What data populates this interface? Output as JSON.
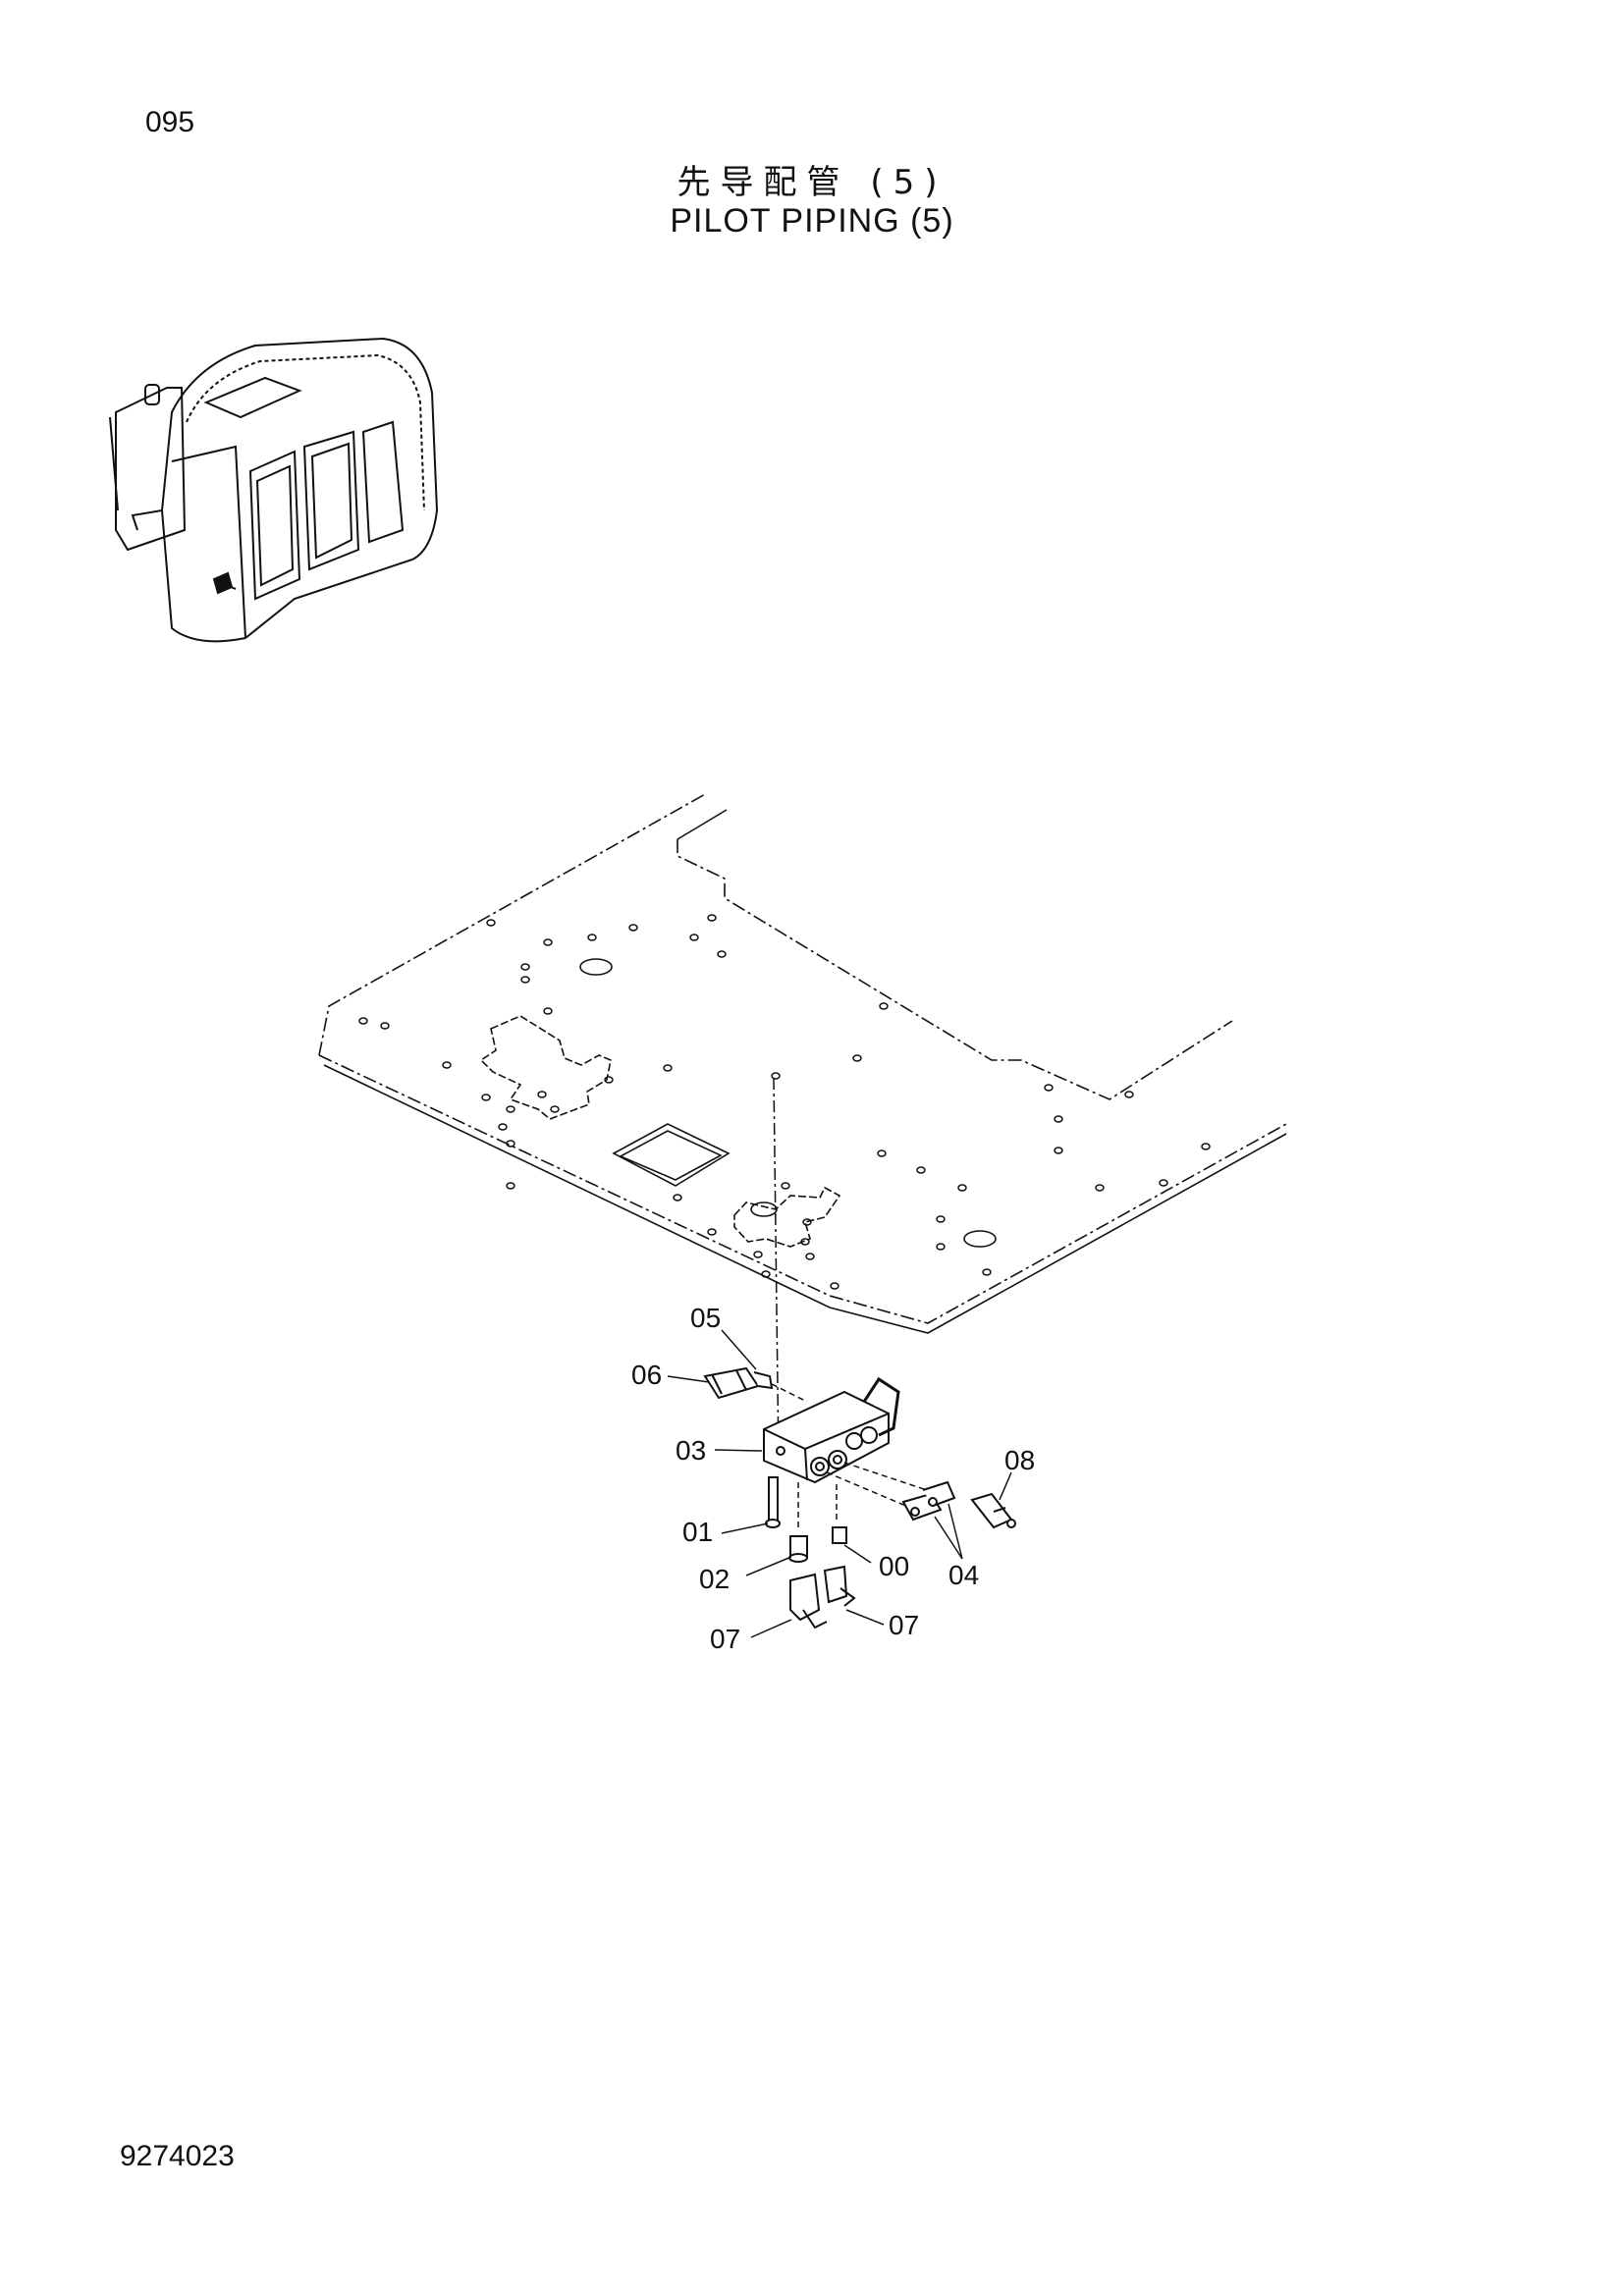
{
  "page_number": "095",
  "title_cn": "先导配管 (5)",
  "title_en": "PILOT PIPING (5)",
  "document_number": "9274023",
  "callouts": {
    "c05": "05",
    "c06": "06",
    "c03": "03",
    "c08": "08",
    "c01": "01",
    "c02": "02",
    "c00": "00",
    "c04": "04",
    "c07a": "07",
    "c07b": "07"
  }
}
